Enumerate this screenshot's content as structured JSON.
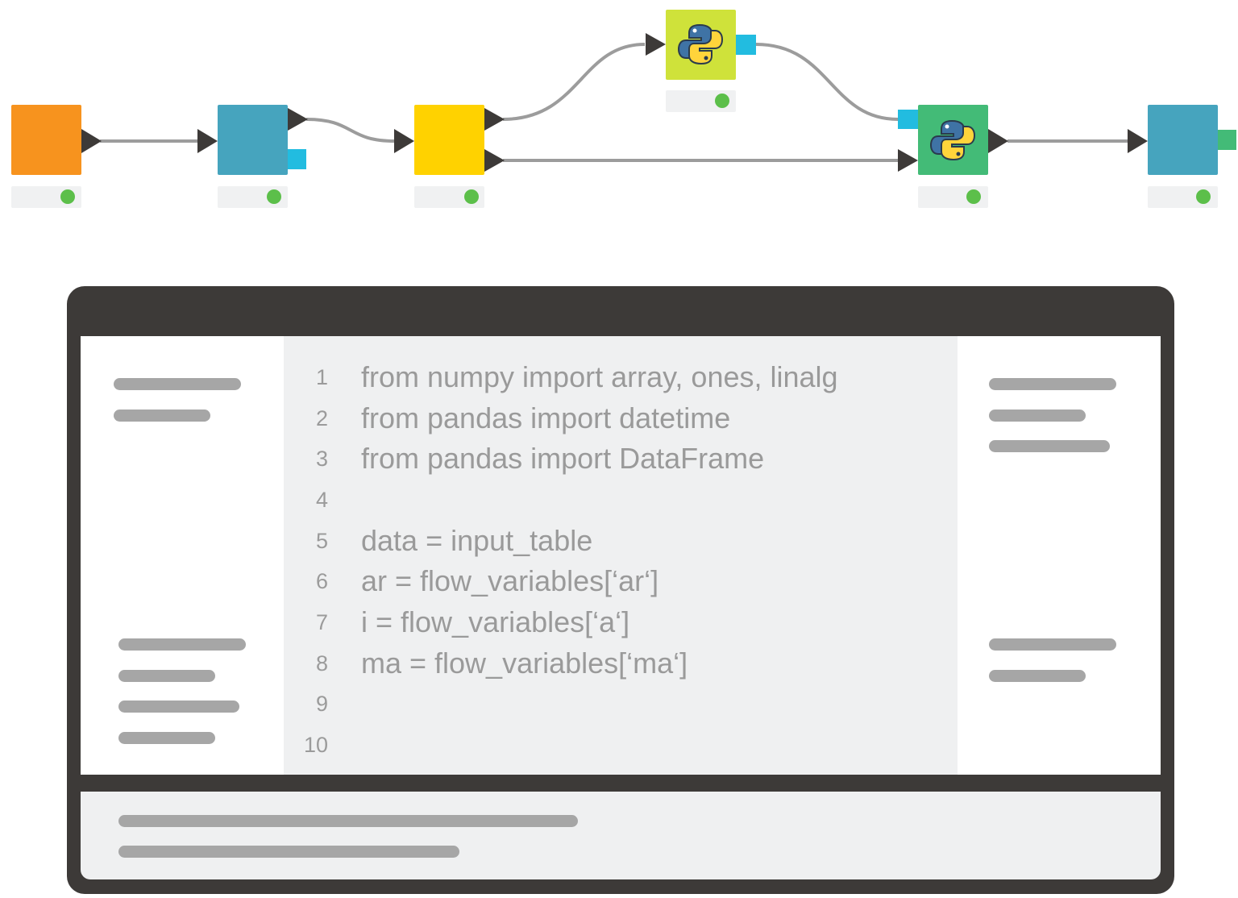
{
  "colors": {
    "source_node": "#f7931e",
    "teal_node": "#46a4be",
    "yellow_node": "#ffd200",
    "python_script_node_top": "#cfe23a",
    "python_script_node_merge": "#43bb77",
    "flow_variable_port": "#22bce0",
    "table_port": "#3d3a38",
    "status_ok": "#5cbf4a",
    "window_frame": "#3d3a38",
    "code_text": "#9a9a9a"
  },
  "workflow": {
    "nodes": [
      {
        "id": "node-1",
        "icon": null,
        "status": "ok"
      },
      {
        "id": "node-2",
        "icon": null,
        "status": "ok"
      },
      {
        "id": "node-3",
        "icon": null,
        "status": "ok"
      },
      {
        "id": "node-4",
        "icon": "python-logo-icon",
        "status": "ok"
      },
      {
        "id": "node-5",
        "icon": "python-logo-icon",
        "status": "ok"
      },
      {
        "id": "node-6",
        "icon": null,
        "status": "ok"
      }
    ]
  },
  "editor": {
    "code_lines": [
      {
        "num": "1",
        "code": "from numpy import array, ones, linalg"
      },
      {
        "num": "2",
        "code": "from pandas import datetime"
      },
      {
        "num": "3",
        "code": "from pandas import DataFrame"
      },
      {
        "num": "4",
        "code": ""
      },
      {
        "num": "5",
        "code": "data = input_table"
      },
      {
        "num": "6",
        "code": "ar = flow_variables[‘ar‘]"
      },
      {
        "num": "7",
        "code": "i = flow_variables[‘a‘]"
      },
      {
        "num": "8",
        "code": "ma = flow_variables[‘ma‘]"
      },
      {
        "num": "9",
        "code": ""
      },
      {
        "num": "10",
        "code": ""
      }
    ]
  }
}
